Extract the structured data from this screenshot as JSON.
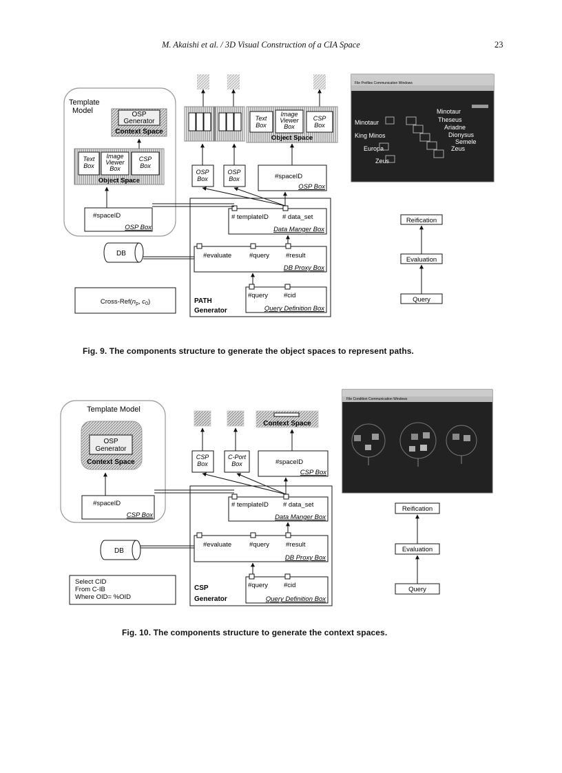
{
  "header": {
    "running_head": "M. Akaishi et al. / 3D Visual Construction of a CIA Space",
    "page_number": "23"
  },
  "fig9": {
    "caption": "Fig. 9.   The components structure to generate the object spaces to represent paths.",
    "template_model": "Template\nModel",
    "osp_generator": "OSP\nGenerator",
    "context_space": "Context Space",
    "text_box": "Text\nBox",
    "image_viewer_box": "Image\nViewer\nBox",
    "csp_box": "CSP\nBox",
    "object_space": "Object Space",
    "spaceid": "#spaceID",
    "osp_box_label": "OSP Box",
    "osp_box": "OSP\nBox",
    "templateid": "# templateID",
    "data_set": "# data_set",
    "data_manager_box": "Data Manger Box",
    "evaluate": "#evaluate",
    "query": "#query",
    "result": "#result",
    "db_proxy_box": "DB Proxy Box",
    "cid": "#cid",
    "query_definition_box": "Query Definition Box",
    "generator": "PATH\nGenerator",
    "db": "DB",
    "cross_ref": "Cross-Ref(np, c0)",
    "reification": "Reification",
    "evaluation": "Evaluation",
    "query_btn": "Query",
    "screenshot_labels": [
      "Minotaur",
      "Theseus",
      "Ariadne",
      "Dionysus",
      "Semele",
      "Zeus",
      "Minotaur",
      "King Minos",
      "Europa",
      "Zeus"
    ]
  },
  "fig10": {
    "caption": "Fig. 10.   The components structure to generate the context spaces.",
    "template_model": "Template Model",
    "osp_generator": "OSP\nGenerator",
    "context_space": "Context Space",
    "spaceid": "#spaceID",
    "csp_box_label": "CSP Box",
    "csp_box": "CSP\nBox",
    "cport_box": "C-Port\nBox",
    "templateid": "# templateID",
    "data_set": "# data_set",
    "data_manager_box": "Data Manger Box",
    "evaluate": "#evaluate",
    "query": "#query",
    "result": "#result",
    "db_proxy_box": "DB Proxy Box",
    "cid": "#cid",
    "query_definition_box": "Query Definition Box",
    "generator": "CSP\nGenerator",
    "db": "DB",
    "sql": "Select  CID\nFrom   C-IB\nWhere OID= %OID",
    "reification": "Reification",
    "evaluation": "Evaluation",
    "query_btn": "Query",
    "menu": "File   Condition   Communication   Windows"
  }
}
